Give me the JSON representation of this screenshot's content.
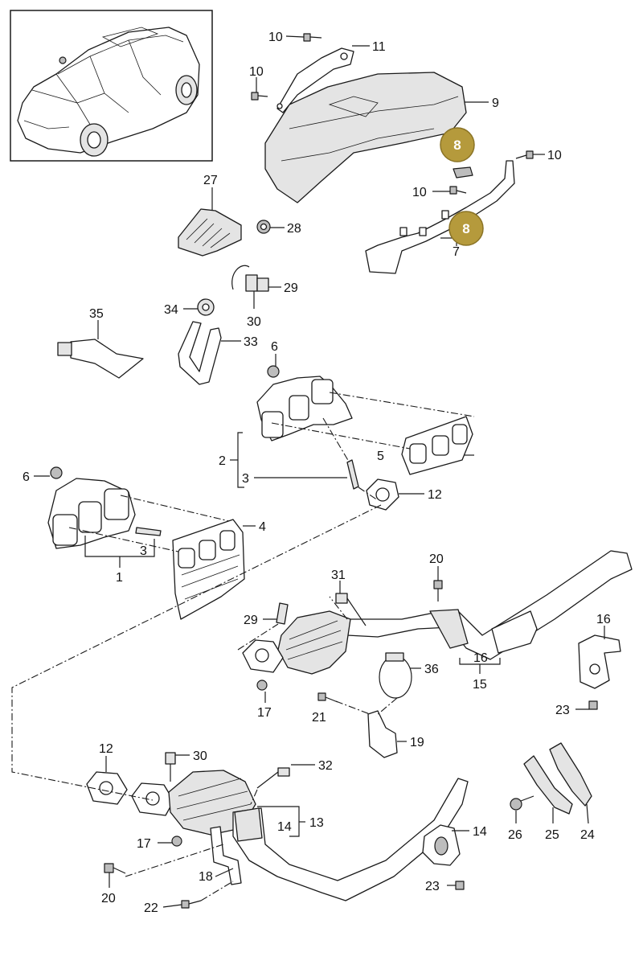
{
  "diagram": {
    "labels": {
      "l1": "1",
      "l2": "2",
      "l3a": "3",
      "l3b": "3",
      "l4": "4",
      "l5": "5",
      "l6a": "6",
      "l6b": "6",
      "l7": "7",
      "l9": "9",
      "l10a": "10",
      "l10b": "10",
      "l10c": "10",
      "l10d": "10",
      "l11": "11",
      "l12a": "12",
      "l12b": "12",
      "l13": "13",
      "l14a": "14",
      "l14b": "14",
      "l15": "15",
      "l16a": "16",
      "l16b": "16",
      "l17a": "17",
      "l17b": "17",
      "l18": "18",
      "l19": "19",
      "l20a": "20",
      "l20b": "20",
      "l21": "21",
      "l22": "22",
      "l23a": "23",
      "l23b": "23",
      "l24": "24",
      "l25": "25",
      "l26": "26",
      "l27": "27",
      "l28": "28",
      "l29a": "29",
      "l29b": "29",
      "l30a": "30",
      "l30b": "30",
      "l31": "31",
      "l32": "32",
      "l33": "33",
      "l34": "34",
      "l35": "35",
      "l36": "36"
    },
    "badges": {
      "b8a": "8",
      "b8b": "8"
    },
    "colors": {
      "badge_fill": "#b59a3c",
      "badge_stroke": "#8a7325",
      "line": "#1a1a1a"
    }
  }
}
